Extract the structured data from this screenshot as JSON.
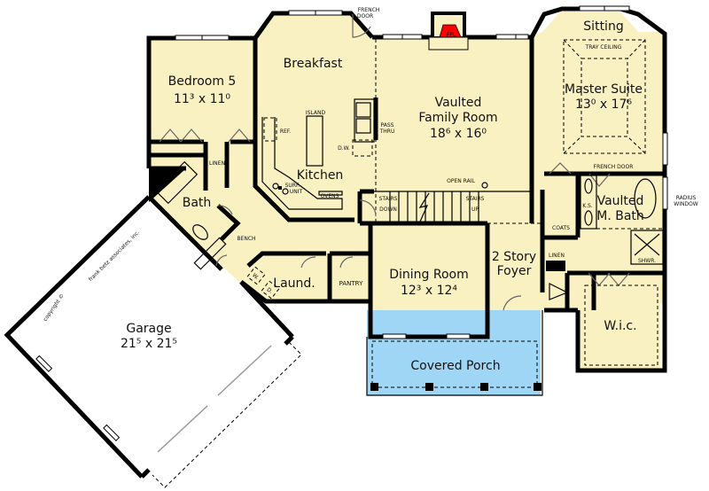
{
  "colors": {
    "floor": "#f9f1c2",
    "porch": "#9fd6f5",
    "fireplace": "#ff0000",
    "wall": "#000000",
    "background": "#ffffff"
  },
  "rooms": {
    "bedroom5": {
      "name": "Bedroom 5",
      "dims": "11³ x 11⁰"
    },
    "breakfast": {
      "name": "Breakfast"
    },
    "family": {
      "name1": "Vaulted",
      "name2": "Family Room",
      "dims": "18⁶ x 16⁰"
    },
    "sitting": {
      "name": "Sitting"
    },
    "master": {
      "name": "Master Suite",
      "dims": "13⁰ x 17⁶"
    },
    "kitchen": {
      "name": "Kitchen"
    },
    "bath": {
      "name": "Bath"
    },
    "mbath": {
      "name1": "Vaulted",
      "name2": "M. Bath"
    },
    "dining": {
      "name": "Dining Room",
      "dims": "12³ x 12⁴"
    },
    "foyer": {
      "name1": "2 Story",
      "name2": "Foyer"
    },
    "laundry": {
      "name": "Laund."
    },
    "pantry": {
      "name": "PANTRY"
    },
    "wic": {
      "name": "W.i.c."
    },
    "garage": {
      "name": "Garage",
      "dims": "21⁵ x 21⁵"
    },
    "porch": {
      "name": "Covered Porch"
    }
  },
  "annotations": {
    "french_door_top": [
      "FRENCH",
      "DOOR"
    ],
    "fireplace": "FPL.",
    "tray_ceiling": "TRAY CEILING",
    "french_door_master": "FRENCH DOOR",
    "radius_window": [
      "RADIUS",
      "WINDOW"
    ],
    "island": "ISLAND",
    "ref": "REF.",
    "dw": "D.W.",
    "pass_thru": [
      "PASS",
      "THRU"
    ],
    "surf_unit": [
      "SURF.",
      "UNIT"
    ],
    "ovens": "OVENS",
    "open_rail": "OPEN RAIL",
    "stairs_down": [
      "STAIRS",
      "DOWN"
    ],
    "stairs_up": [
      "STAIRS",
      "UP"
    ],
    "linen_left": "LINEN",
    "linen_right": "LINEN",
    "coats": "COATS",
    "ks": "K.S.",
    "shwr": "SHWR.",
    "bench": "BENCH",
    "washer": "W.",
    "dryer": "D.",
    "copyright": "copyright ©",
    "firm": "frank betz associates, inc."
  }
}
